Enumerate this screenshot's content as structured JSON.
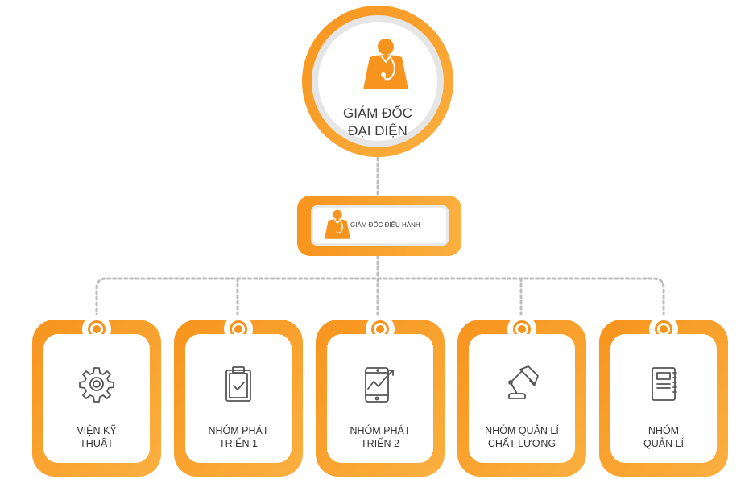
{
  "colors": {
    "accent": "#f7941d",
    "accent_light": "#fbb040",
    "connector": "#bdbdbd",
    "icon_stroke": "#555555"
  },
  "top_node": {
    "label_line1": "GIÁM ĐỐC",
    "label_line2": "ĐẠI DIỆN",
    "icon": "person-icon"
  },
  "middle_node": {
    "label": "GIÁM ĐỐC ĐIỀU HÀNH",
    "icon": "person-icon"
  },
  "departments": [
    {
      "line1": "VIỆN KỸ",
      "line2": "THUẬT",
      "icon": "gear-icon"
    },
    {
      "line1": "NHÓM PHÁT",
      "line2": "TRIỂN 1",
      "icon": "clipboard-check-icon"
    },
    {
      "line1": "NHÓM PHÁT",
      "line2": "TRIỂN 2",
      "icon": "tablet-chart-icon"
    },
    {
      "line1": "NHÓM QUẢN LÍ",
      "line2": "CHẤT LƯỢNG",
      "icon": "desk-lamp-icon"
    },
    {
      "line1": "NHÓM",
      "line2": "QUẢN LÍ",
      "icon": "notebook-icon"
    }
  ]
}
